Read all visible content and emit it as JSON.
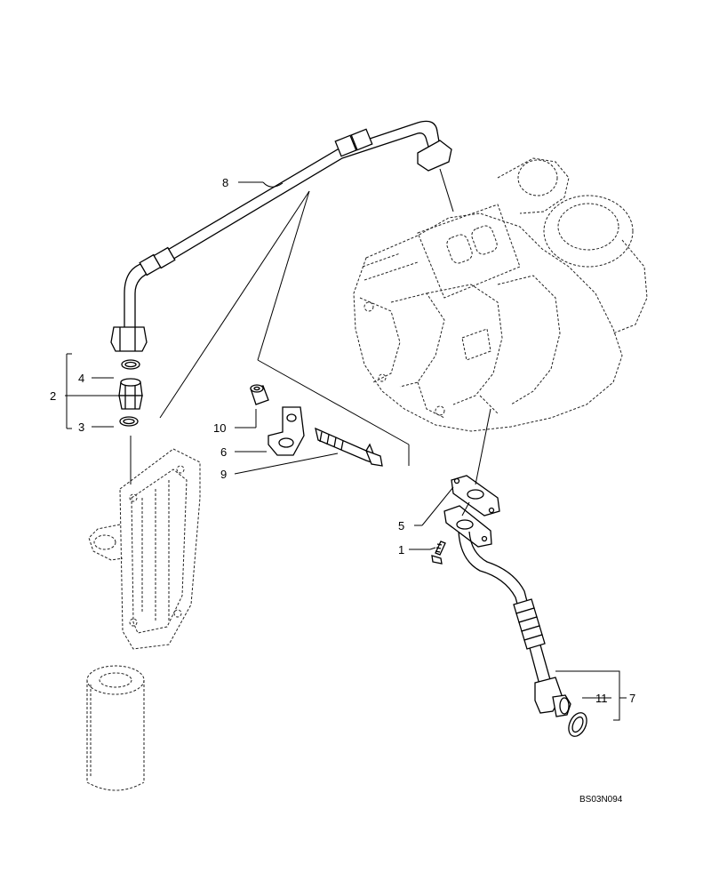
{
  "callouts": {
    "c1": "1",
    "c2": "2",
    "c3": "3",
    "c4": "4",
    "c5": "5",
    "c6": "6",
    "c7": "7",
    "c8": "8",
    "c9": "9",
    "c10": "10",
    "c11": "11"
  },
  "drawing_code": "BS03N094"
}
